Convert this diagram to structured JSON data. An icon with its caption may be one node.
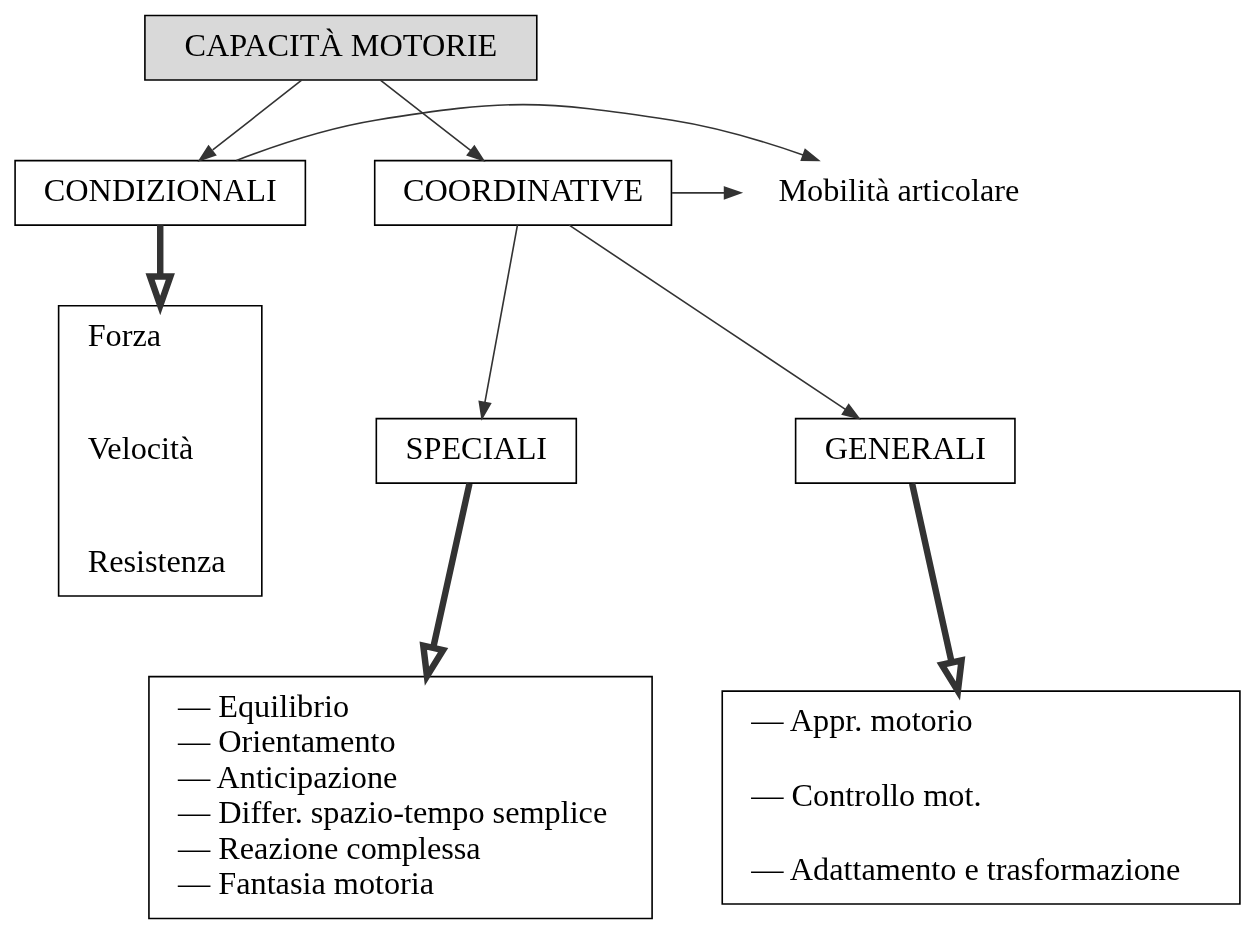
{
  "diagram": {
    "nodes": [
      {
        "text": [
          "CAPACITÀ MOTORIE"
        ]
      },
      {
        "text": [
          "CONDIZIONALI"
        ]
      },
      {
        "text": [
          "Mobilità articolare"
        ]
      },
      {
        "text": [
          "COORDINATIVE"
        ]
      },
      {
        "text": [
          "SPECIALI"
        ]
      },
      {
        "text": [
          "GENERALI"
        ]
      },
      {
        "text": [
          "Forza",
          "Velocità",
          "Resistenza"
        ]
      },
      {
        "text": [
          "— Equilibrio",
          "— Orientamento",
          "— Anticipazione",
          "— Differ. spazio-tempo semplice",
          "— Reazione complessa",
          "— Fantasia motoria"
        ]
      },
      {
        "text": [
          "— Appr. motorio",
          "— Controllo mot.",
          "— Adattamento e trasformazione"
        ]
      }
    ],
    "edges": [
      {
        "from": 0,
        "to": 1,
        "arrow": "to"
      },
      {
        "from": 0,
        "to": 3,
        "arrow": "to"
      },
      {
        "from": 1,
        "to": 2,
        "arrow": "to"
      },
      {
        "from": 3,
        "to": 2,
        "arrow": "to"
      },
      {
        "from": 3,
        "to": 4,
        "arrow": "to"
      },
      {
        "from": 3,
        "to": 5,
        "arrow": "to"
      },
      {
        "from": 1,
        "to": 6,
        "arrow": "to",
        "style": "thick"
      },
      {
        "from": 4,
        "to": 7,
        "arrow": "to",
        "style": "thick"
      },
      {
        "from": 5,
        "to": 8,
        "arrow": "to",
        "style": "thick"
      }
    ]
  }
}
